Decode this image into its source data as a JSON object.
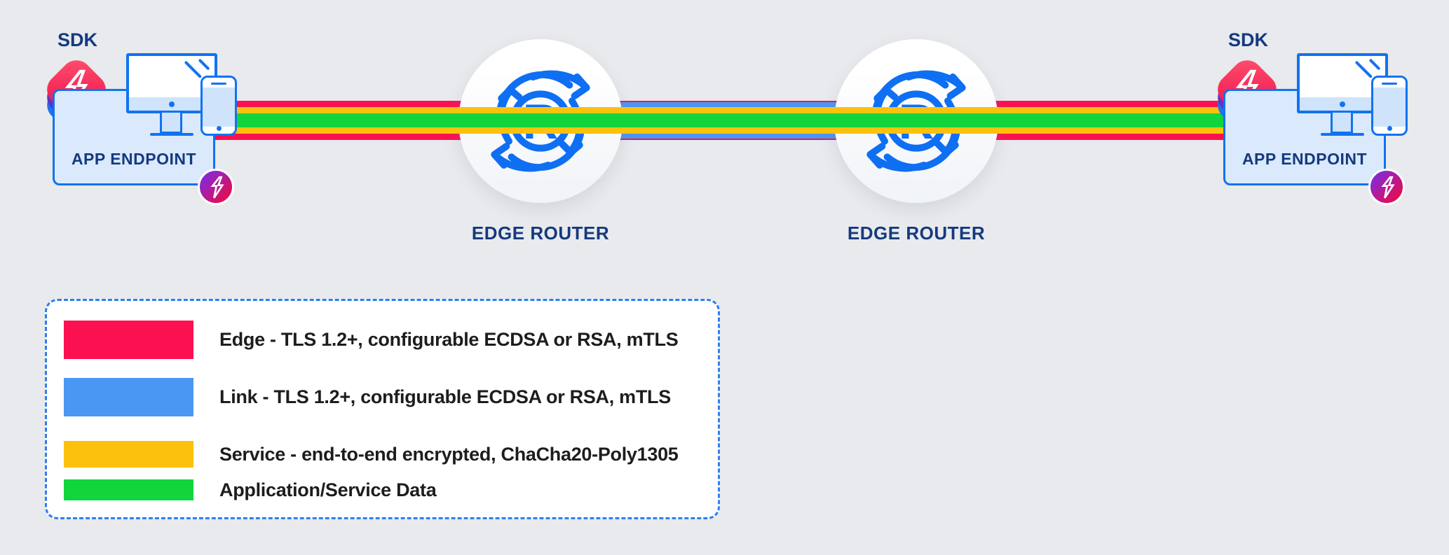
{
  "stripes": {
    "edge_color": "#fb1150",
    "link_color": "#4a97f3",
    "service_color": "#fcc10d",
    "data_color": "#12d53e"
  },
  "endpoints": [
    {
      "sdk_label": "SDK",
      "label": "APP ENDPOINT"
    },
    {
      "sdk_label": "SDK",
      "label": "APP ENDPOINT"
    }
  ],
  "routers": [
    {
      "label": "EDGE ROUTER",
      "letter": "R"
    },
    {
      "label": "EDGE ROUTER",
      "letter": "R"
    }
  ],
  "legend": {
    "items": [
      {
        "color": "#fb1150",
        "label": "Edge - TLS 1.2+, configurable ECDSA or RSA, mTLS"
      },
      {
        "color": "#4a97f3",
        "label": "Link - TLS 1.2+, configurable ECDSA or RSA, mTLS"
      },
      {
        "color": "#fcc10d",
        "label": "Service - end-to-end encrypted, ChaCha20-Poly1305"
      },
      {
        "color": "#12d53e",
        "label": "Application/Service Data"
      }
    ]
  }
}
